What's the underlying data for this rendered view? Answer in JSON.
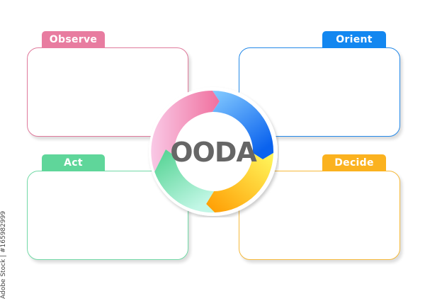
{
  "diagram": {
    "center_label": "OODA",
    "center_label_color": "#666666",
    "steps": [
      {
        "id": "observe",
        "label": "Observe",
        "color": "#E87CA0",
        "border": "#E07A9C"
      },
      {
        "id": "orient",
        "label": "Orient",
        "color": "#1387F0",
        "border": "#2489E8"
      },
      {
        "id": "decide",
        "label": "Decide",
        "color": "#FBB21F",
        "border": "#F6B93A"
      },
      {
        "id": "act",
        "label": "Act",
        "color": "#5FD69A",
        "border": "#72D9A6"
      }
    ],
    "ring_segments": [
      {
        "name": "observe-segment",
        "from": "#F8BFE0",
        "to": "#F07FA8"
      },
      {
        "name": "orient-segment",
        "from": "#7CC6FF",
        "to": "#0A6BF0"
      },
      {
        "name": "decide-segment",
        "from": "#FFF35A",
        "to": "#FFA000"
      },
      {
        "name": "act-segment",
        "from": "#55D595",
        "to": "#B8F5DF"
      }
    ]
  },
  "credit": "Adobe Stock | #165982999"
}
